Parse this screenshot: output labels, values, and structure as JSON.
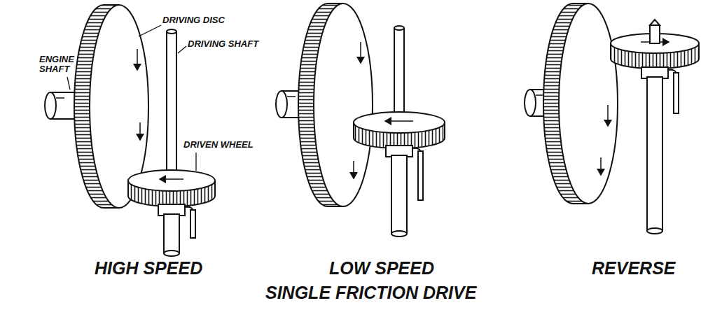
{
  "diagram": {
    "caption": "SINGLE FRICTION DRIVE",
    "labels": [
      "ENGINE SHAFT",
      "DRIVING DISC",
      "DRIVING SHAFT",
      "DRIVEN WHEEL",
      "HIGH SPEED",
      "LOW SPEED",
      "REVERSE"
    ]
  }
}
